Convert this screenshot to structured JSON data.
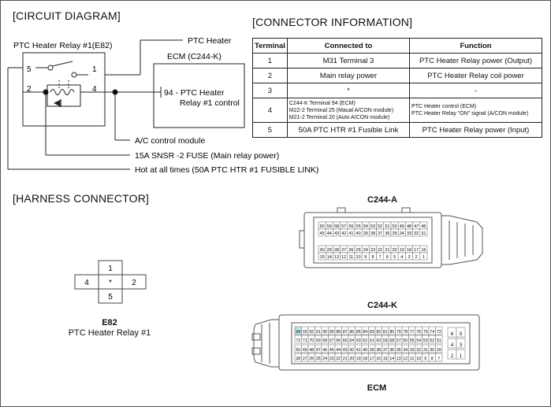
{
  "sections": {
    "circuit": "[CIRCUIT DIAGRAM]",
    "connector_info": "[CONNECTOR INFORMATION]",
    "harness": "[HARNESS CONNECTOR]"
  },
  "circuit": {
    "relay_title": "PTC Heater Relay #1(E82)",
    "ptc_heater": "PTC Heater",
    "ecm_title": "ECM (C244-K)",
    "ecm_pin_line1": "94 - PTC Heater",
    "ecm_pin_line2": "Relay #1 control",
    "ac_module": "A/C control module",
    "fuse": "15A SNSR -2 FUSE (Main relay power)",
    "hot": "Hot at all times (50A PTC HTR  #1 FUSIBLE LINK)",
    "pins": {
      "p5": "5",
      "p1": "1",
      "p2": "2",
      "p4": "4"
    }
  },
  "connector_table": {
    "headers": [
      "Terminal",
      "Connected to",
      "Function"
    ],
    "rows": [
      {
        "terminal": "1",
        "connected": "M31 Terminal 3",
        "function": "PTC Heater Relay power (Output)"
      },
      {
        "terminal": "2",
        "connected": "Main relay power",
        "function": "PTC  Heater Relay coil power"
      },
      {
        "terminal": "3",
        "connected": "*",
        "function": "-"
      },
      {
        "terminal": "4",
        "connected_lines": [
          "C244-K  Terminal 94 (ECM)",
          "M22-2  Terminal 25 (Maual A/CON module)",
          "M21-2  Terminal 20 (Auto A/CON module)"
        ],
        "function_lines": [
          "PTC Heater control (ECM)",
          "PTC Heater Relay \"ON\" signal (A/CON  module)"
        ]
      },
      {
        "terminal": "5",
        "connected": "50A PTC HTR #1 Fusible Link",
        "function": "PTC Heater Relay power (Input)"
      }
    ]
  },
  "harness": {
    "e82_pins": {
      "top": "1",
      "left": "4",
      "center": "*",
      "right": "2",
      "bottom": "5"
    },
    "e82_name": "E82",
    "e82_desc": "PTC Heater Relay #1",
    "c244a_title": "C244-A",
    "c244k_title": "C244-K",
    "ecm_label": "ECM",
    "c244a_rows": [
      [
        "60",
        "59",
        "58",
        "57",
        "56",
        "55",
        "54",
        "53",
        "52",
        "51",
        "50",
        "49",
        "48",
        "47",
        "46"
      ],
      [
        "45",
        "44",
        "43",
        "42",
        "41",
        "40",
        "39",
        "38",
        "37",
        "36",
        "35",
        "34",
        "33",
        "32",
        "31"
      ],
      [
        "30",
        "29",
        "28",
        "27",
        "26",
        "25",
        "24",
        "23",
        "22",
        "21",
        "20",
        "19",
        "18",
        "17",
        "16"
      ],
      [
        "15",
        "14",
        "13",
        "12",
        "11",
        "10",
        "9",
        "8",
        "7",
        "6",
        "5",
        "4",
        "3",
        "2",
        "1"
      ]
    ],
    "c244k_rows": [
      [
        "94",
        "93",
        "92",
        "91",
        "90",
        "89",
        "88",
        "87",
        "86",
        "85",
        "84",
        "83",
        "82",
        "81",
        "80",
        "79",
        "78",
        "77",
        "76",
        "75",
        "74",
        "73"
      ],
      [
        "72",
        "71",
        "70",
        "69",
        "68",
        "67",
        "66",
        "65",
        "64",
        "63",
        "62",
        "61",
        "60",
        "59",
        "58",
        "57",
        "56",
        "55",
        "54",
        "53",
        "52",
        "51"
      ],
      [
        "50",
        "49",
        "48",
        "47",
        "46",
        "45",
        "44",
        "43",
        "42",
        "41",
        "40",
        "39",
        "38",
        "37",
        "36",
        "35",
        "34",
        "33",
        "32",
        "31",
        "30",
        "29"
      ],
      [
        "28",
        "27",
        "26",
        "25",
        "24",
        "23",
        "22",
        "21",
        "20",
        "19",
        "18",
        "17",
        "16",
        "15",
        "14",
        "13",
        "12",
        "11",
        "10",
        "9",
        "8",
        "7"
      ]
    ],
    "c244k_side": [
      [
        "6",
        "5"
      ],
      [
        "4",
        "3"
      ],
      [
        "2",
        "1"
      ]
    ],
    "highlight_color": "#bfe3ea"
  }
}
